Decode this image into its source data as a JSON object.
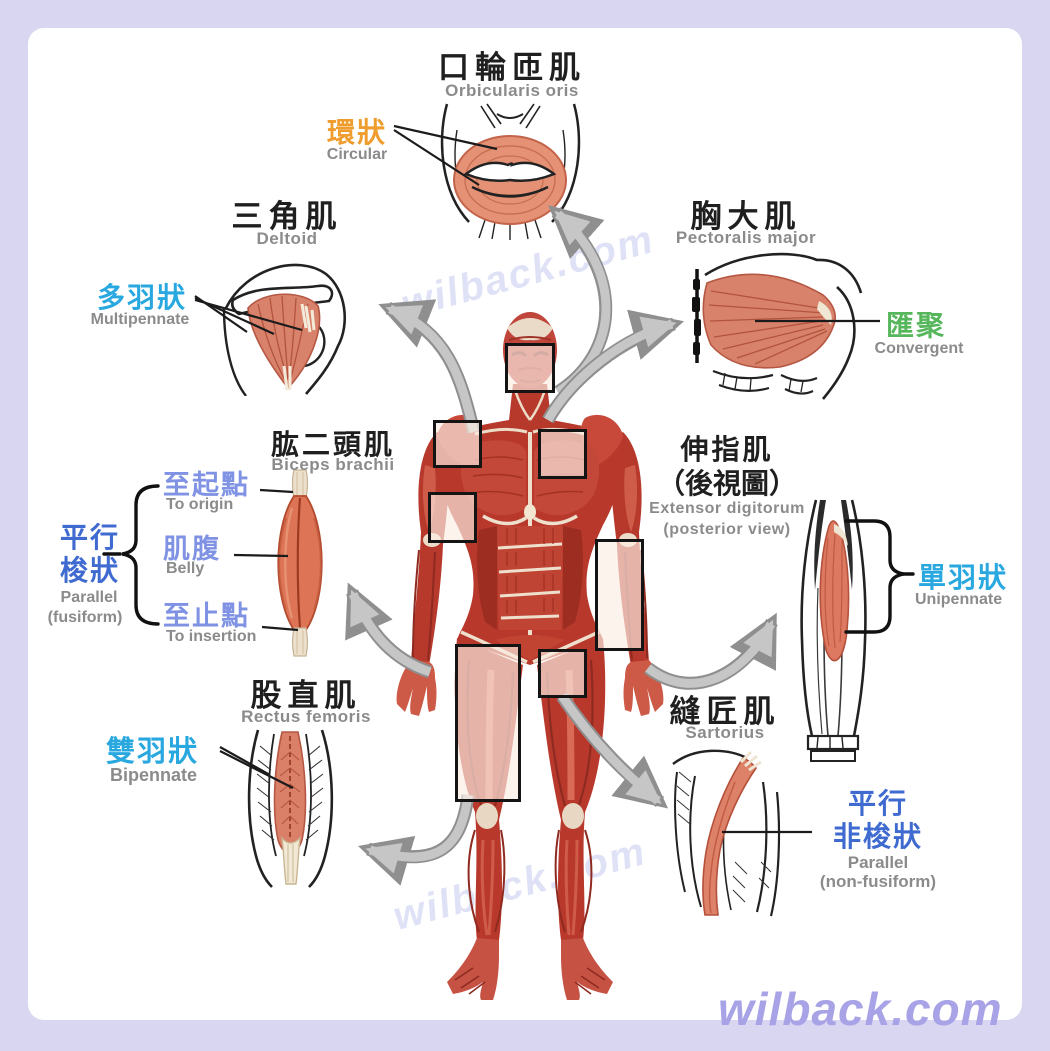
{
  "watermark": {
    "text": "wilback.com"
  },
  "sections": {
    "orbicularis": {
      "title_zh": "口輪匝肌",
      "title_en": "Orbicularis oris",
      "label_zh": "環狀",
      "label_en": "Circular",
      "label_color": "#ef9d2e"
    },
    "deltoid": {
      "title_zh": "三角肌",
      "title_en": "Deltoid",
      "label_zh": "多羽狀",
      "label_en": "Multipennate",
      "label_color": "#29a8e0"
    },
    "pectoralis": {
      "title_zh": "胸大肌",
      "title_en": "Pectoralis major",
      "label_zh": "匯聚",
      "label_en": "Convergent",
      "label_color": "#56b65c"
    },
    "biceps": {
      "title_zh": "肱二頭肌",
      "title_en": "Biceps brachii",
      "group_zh_line1": "平行",
      "group_zh_line2": "梭狀",
      "group_en_line1": "Parallel",
      "group_en_line2": "(fusiform)",
      "group_color": "#3f6ad0",
      "parts": [
        {
          "zh": "至起點",
          "en": "To origin"
        },
        {
          "zh": "肌腹",
          "en": "Belly"
        },
        {
          "zh": "至止點",
          "en": "To insertion"
        }
      ],
      "parts_color": "#7f92e3"
    },
    "extensor": {
      "title_zh_line1": "伸指肌",
      "title_zh_line2": "（後視圖）",
      "title_en_line1": "Extensor digitorum",
      "title_en_line2": "(posterior view)",
      "label_zh": "單羽狀",
      "label_en": "Unipennate",
      "label_color": "#29a8e0"
    },
    "rectus": {
      "title_zh": "股直肌",
      "title_en": "Rectus femoris",
      "label_zh": "雙羽狀",
      "label_en": "Bipennate",
      "label_color": "#29a8e0"
    },
    "sartorius": {
      "title_zh": "縫匠肌",
      "title_en": "Sartorius",
      "label_zh_line1": "平行",
      "label_zh_line2": "非梭狀",
      "label_en_line1": "Parallel",
      "label_en_line2": "(non-fusiform)",
      "label_color": "#3f6ad0"
    }
  },
  "colors": {
    "frame_border": "#d9d6f2",
    "canvas": "#ffffff",
    "muscle_red": "#b63a2e",
    "muscle_light": "#d9826b",
    "tendon_cream": "#efe5d3",
    "arrow_gray": "#c6c6c6",
    "text_dark": "#1f1f1f",
    "text_gray": "#8b8b8b",
    "watermark_purple": "#a8a2e6"
  }
}
